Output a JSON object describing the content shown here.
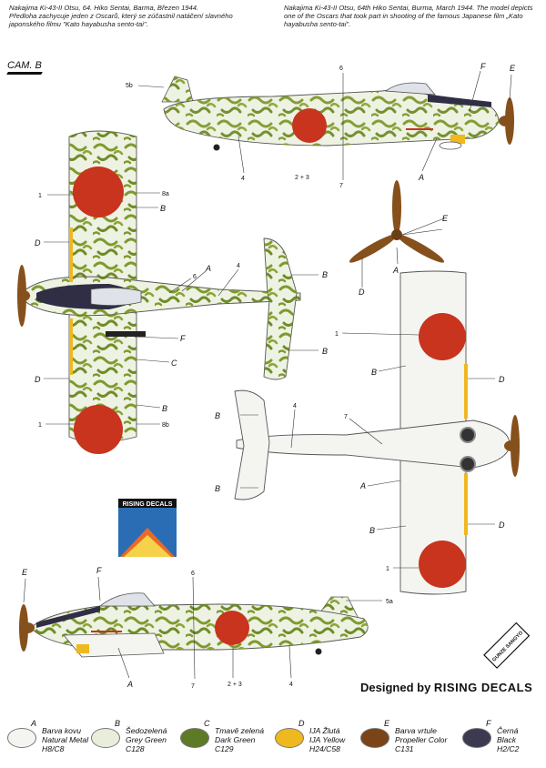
{
  "captions": {
    "cz": {
      "line1": "Nakajima Ki-43-II Otsu, 64. Hiko Sentai, Barma, Březen 1944.",
      "line2": "Předloha zachycuje jeden z Oscarů, který se zúčastnil natáčení slavného",
      "line3": "japonského filmu \"Kato hayabusha sento-tai\"."
    },
    "en": {
      "line1": "Nakajima Ki-43-II Otsu, 64th Hiko Sentai, Burma, March 1944. The model depicts",
      "line2": "one of the Oscars that took part in shooting of the famous Japanese film „Kato",
      "line3": "hayabusha sento-tai\"."
    }
  },
  "camo_label": "CAM. B",
  "callouts": {
    "A": "A",
    "B": "B",
    "C": "C",
    "D": "D",
    "E": "E",
    "F": "F",
    "n1": "1",
    "n23": "2 + 3",
    "n4": "4",
    "n5a": "5a",
    "n5b": "5b",
    "n6": "6",
    "n7": "7",
    "n8a": "8a",
    "n8b": "8b"
  },
  "badges": {
    "rising": "RISING DECALS",
    "gunze": "GUNZE SANGYO"
  },
  "designed": {
    "prefix": "Designed by",
    "brand": "RISING DECALS"
  },
  "legend": [
    {
      "letter": "A",
      "cz": "Barva kovu",
      "en": "Natural Metal",
      "code": "H8/C8",
      "color": "#f4f5f1"
    },
    {
      "letter": "B",
      "cz": "Šedozelená",
      "en": "Grey Green",
      "code": "C128",
      "color": "#e9eedb"
    },
    {
      "letter": "C",
      "cz": "Tmavě zelená",
      "en": "Dark Green",
      "code": "C129",
      "color": "#5e7a26"
    },
    {
      "letter": "D",
      "cz": "IJA Žlutá",
      "en": "IJA Yellow",
      "code": "H24/C58",
      "color": "#f0b81f"
    },
    {
      "letter": "E",
      "cz": "Barva vrtule",
      "en": "Propeller Color",
      "code": "C131",
      "color": "#7a4418"
    },
    {
      "letter": "F",
      "cz": "Černá",
      "en": "Black",
      "code": "H2/C2",
      "color": "#3b3a50"
    }
  ],
  "colors": {
    "hinomaru": "#c8341e",
    "camo_green": "#7e9a2e",
    "propeller": "#86501c",
    "yellow": "#f0b81f",
    "antiglare": "#2f2e44"
  }
}
